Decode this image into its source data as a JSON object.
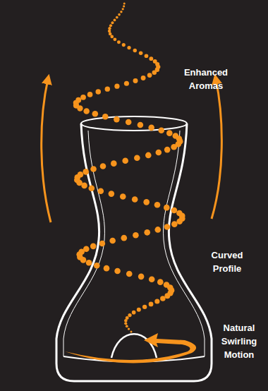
{
  "diagram": {
    "labels": [
      "Enhanced Aromas",
      "Curved Profile",
      "Natural Swirling Motion"
    ]
  }
}
